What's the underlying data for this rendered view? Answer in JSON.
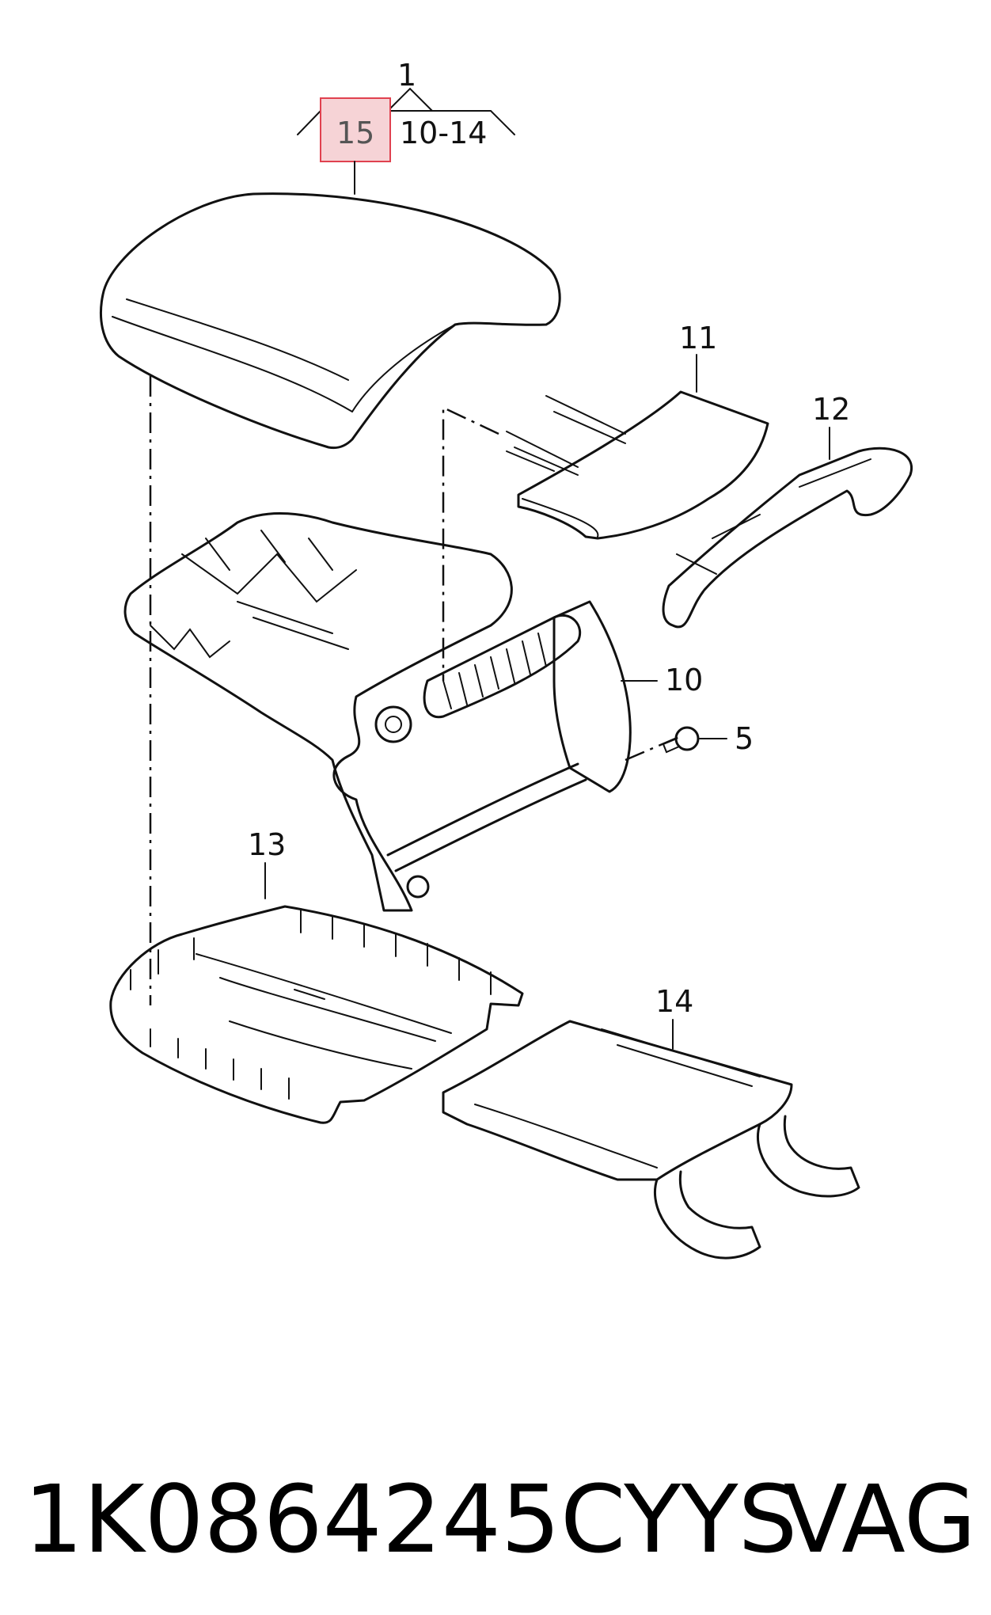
{
  "diagram": {
    "assembly_label": "1",
    "assembly_range": "10-14",
    "highlighted_callout": "15",
    "highlight_color": "#f6d3d6",
    "highlight_border": "#e0414f",
    "callouts": {
      "c10": "10",
      "c11": "11",
      "c12": "12",
      "c13": "13",
      "c14": "14",
      "c5": "5"
    }
  },
  "footer": {
    "part_number": "1K0864245CYYS",
    "brand": "VAG"
  }
}
